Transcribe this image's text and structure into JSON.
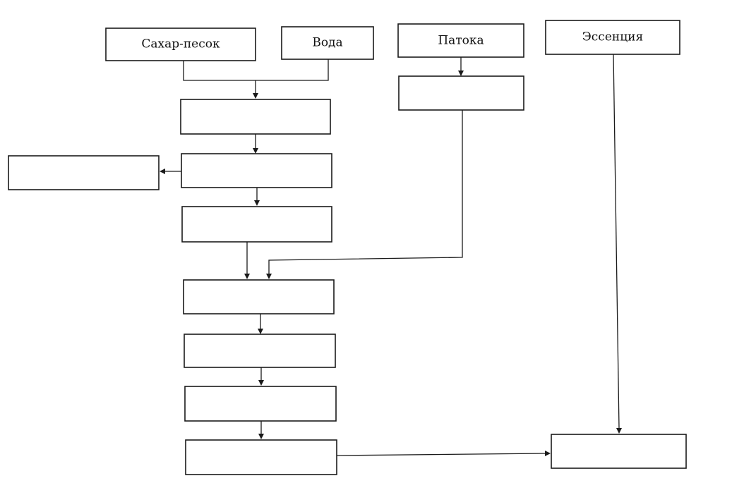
{
  "diagram": {
    "nodes": [
      {
        "id": "sugar",
        "label": "Сахар-песок"
      },
      {
        "id": "water",
        "label": "Вода"
      },
      {
        "id": "molasses",
        "label": "Патока"
      },
      {
        "id": "essence",
        "label": "Эссенция"
      },
      {
        "id": "molasses-step",
        "label": ""
      },
      {
        "id": "step-1",
        "label": ""
      },
      {
        "id": "step-2",
        "label": ""
      },
      {
        "id": "side-output",
        "label": ""
      },
      {
        "id": "step-3",
        "label": ""
      },
      {
        "id": "step-4",
        "label": ""
      },
      {
        "id": "step-5",
        "label": ""
      },
      {
        "id": "step-6",
        "label": ""
      },
      {
        "id": "step-7",
        "label": ""
      },
      {
        "id": "final",
        "label": ""
      }
    ],
    "edges": [
      {
        "from": "sugar",
        "to": "step-1"
      },
      {
        "from": "water",
        "to": "step-1"
      },
      {
        "from": "molasses",
        "to": "molasses-step"
      },
      {
        "from": "step-1",
        "to": "step-2"
      },
      {
        "from": "step-2",
        "to": "side-output"
      },
      {
        "from": "step-2",
        "to": "step-3"
      },
      {
        "from": "step-3",
        "to": "step-4"
      },
      {
        "from": "molasses-step",
        "to": "step-4"
      },
      {
        "from": "step-4",
        "to": "step-5"
      },
      {
        "from": "step-5",
        "to": "step-6"
      },
      {
        "from": "step-6",
        "to": "step-7"
      },
      {
        "from": "step-7",
        "to": "final"
      },
      {
        "from": "essence",
        "to": "final"
      }
    ]
  }
}
